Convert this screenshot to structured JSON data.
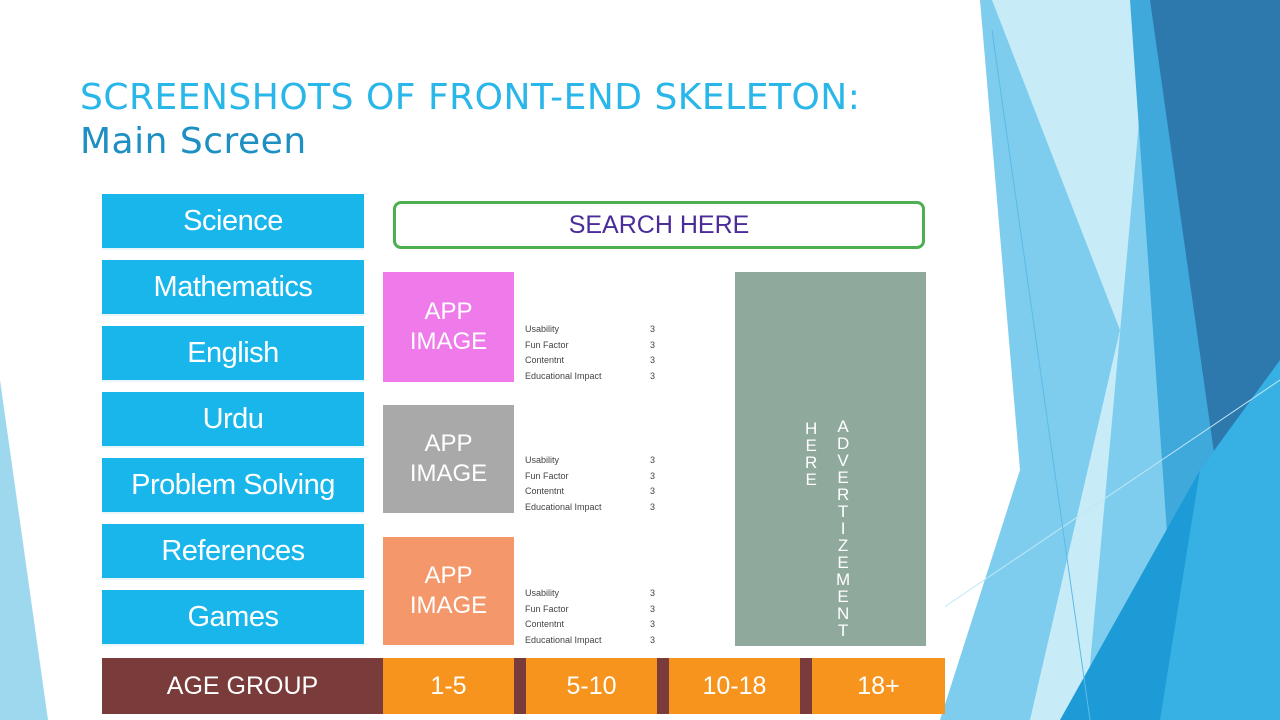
{
  "slide": {
    "title_line1": "SCREENSHOTS OF FRONT-END SKELETON:",
    "title_line2": "Main Screen"
  },
  "mockup": {
    "categories": [
      "Science",
      "Mathematics",
      "English",
      "Urdu",
      "Problem Solving",
      "References",
      "Games"
    ],
    "search_label": "SEARCH HERE",
    "apps": [
      {
        "image_label": "APP IMAGE",
        "color": "#ef7bea",
        "ratings": [
          {
            "name": "Usability",
            "score": "3"
          },
          {
            "name": "Fun Factor",
            "score": "3"
          },
          {
            "name": "Contentnt",
            "score": "3"
          },
          {
            "name": "Educational Impact",
            "score": "3"
          }
        ]
      },
      {
        "image_label": "APP IMAGE",
        "color": "#a9a9a9",
        "ratings": [
          {
            "name": "Usability",
            "score": "3"
          },
          {
            "name": "Fun Factor",
            "score": "3"
          },
          {
            "name": "Contentnt",
            "score": "3"
          },
          {
            "name": "Educational Impact",
            "score": "3"
          }
        ]
      },
      {
        "image_label": "APP IMAGE",
        "color": "#f4976a",
        "ratings": [
          {
            "name": "Usability",
            "score": "3"
          },
          {
            "name": "Fun Factor",
            "score": "3"
          },
          {
            "name": "Contentnt",
            "score": "3"
          },
          {
            "name": "Educational Impact",
            "score": "3"
          }
        ]
      }
    ],
    "advertisement": {
      "word1": "HERE",
      "word2": "ADVERTIZEMENT"
    },
    "age_group": {
      "label": "AGE GROUP",
      "options": [
        "1-5",
        "5-10",
        "10-18",
        "18+"
      ]
    }
  },
  "colors": {
    "title_line1": "#29b6e8",
    "title_line2": "#1e8fc2",
    "category_bg": "#19b6ec",
    "search_border": "#4caf50",
    "search_text": "#4b2c9a",
    "ad_bg": "#8fa99c",
    "age_label_bg": "#7a3b3b",
    "age_option_bg": "#f7941d"
  }
}
